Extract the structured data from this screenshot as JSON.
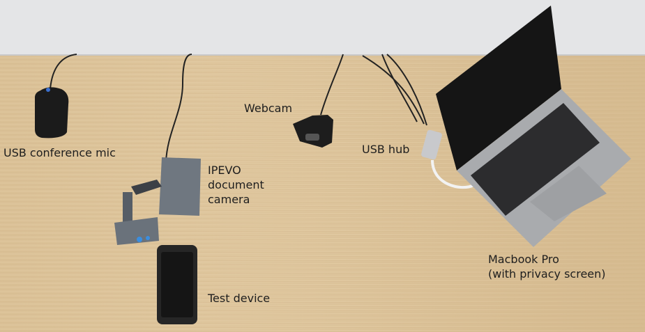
{
  "labels": {
    "mic": "USB conference mic",
    "webcam": "Webcam",
    "usb_hub": "USB hub",
    "doc_camera": [
      "IPEVO",
      "document",
      "camera"
    ],
    "test_device": "Test device",
    "macbook": [
      "Macbook Pro",
      "(with privacy screen)"
    ]
  },
  "colors": {
    "wall": "#e4e5e7",
    "desk": "#dcc299",
    "laptop_body": "#a9abae",
    "screen": "#141414",
    "device_dark": "#2a2a2a"
  }
}
